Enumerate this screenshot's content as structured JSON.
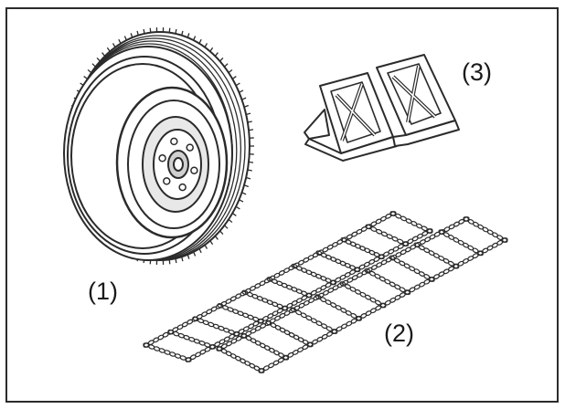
{
  "figure": {
    "labels": {
      "spare_tire": "(1)",
      "tire_chains": "(2)",
      "wheel_chocks": "(3)"
    }
  },
  "colors": {
    "line": "#2b2b2b",
    "background": "#ffffff"
  }
}
